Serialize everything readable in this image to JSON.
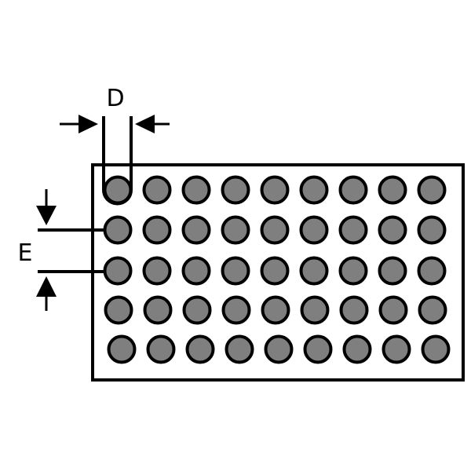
{
  "labels": {
    "diameter": "D",
    "spacing": "E"
  },
  "grid": {
    "rows": 5,
    "columns": 9
  },
  "colors": {
    "hole_fill": "#7f7f7f",
    "stroke": "#000000",
    "background": "#ffffff"
  }
}
